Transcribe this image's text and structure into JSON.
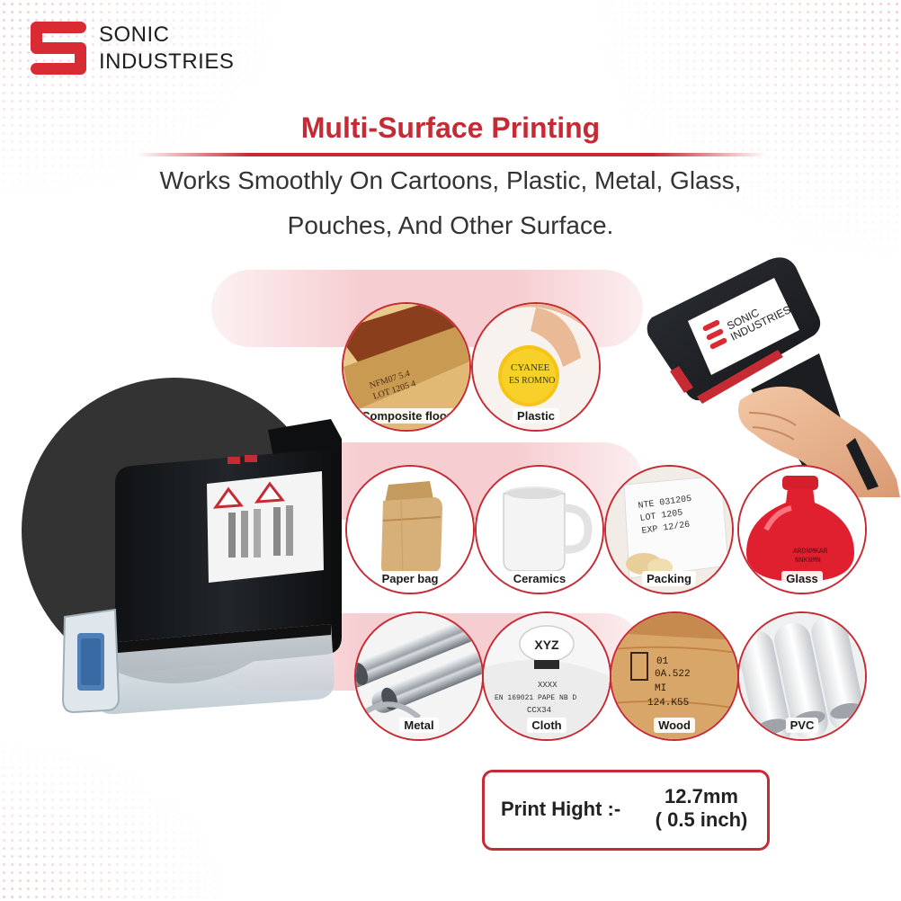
{
  "brand": {
    "line1": "SONIC",
    "line2": "INDUSTRIES",
    "color": "#d92b33"
  },
  "headline": "Multi-Surface Printing",
  "subline": {
    "line1": "Works Smoothly On Cartoons, Plastic, Metal, Glass,",
    "line2": "Pouches, And Other Surface."
  },
  "surfaces": [
    {
      "label": "Composite floor",
      "icon": "composite-floor-image"
    },
    {
      "label": "Plastic",
      "icon": "plastic-cap-image",
      "print_text": [
        "CYANEE",
        "ES ROMNO"
      ]
    },
    {
      "label": "Paper bag",
      "icon": "paper-bag-image"
    },
    {
      "label": "Ceramics",
      "icon": "mug-image"
    },
    {
      "label": "Packing",
      "icon": "packing-pouch-image",
      "print_text": [
        "NTE 031205",
        "LOT 1205",
        "EXP 12/26"
      ]
    },
    {
      "label": "Glass",
      "icon": "glass-bottle-image"
    },
    {
      "label": "Metal",
      "icon": "metal-pipes-image"
    },
    {
      "label": "Cloth",
      "icon": "cloth-image",
      "print_text": [
        "XYZ",
        "XXXX",
        "EN 169021 PAPE NB D",
        "CCX34"
      ]
    },
    {
      "label": "Wood",
      "icon": "wood-block-image",
      "print_text": [
        "01",
        "0A.522",
        "MI",
        "124.K55"
      ]
    },
    {
      "label": "PVC",
      "icon": "pvc-pipes-image"
    }
  ],
  "spec": {
    "label": "Print Hight :-",
    "value_line1": "12.7mm",
    "value_line2": "( 0.5 inch)"
  },
  "colors": {
    "accent": "#c62a33",
    "dark_circle": "#333333",
    "pink": "#f5c8cc"
  }
}
